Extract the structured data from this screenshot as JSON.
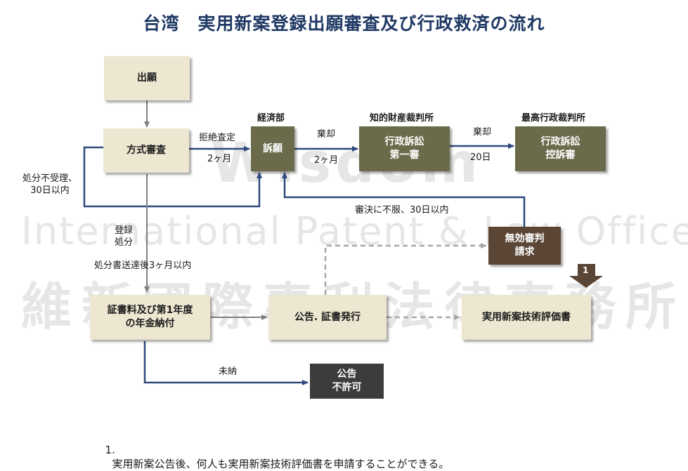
{
  "title": "台湾　実用新案登録出願審査及び行政救済の流れ",
  "watermark": {
    "line1": "Wisdom",
    "line2": "International Patent & Law Office",
    "line3": "維新國際專利法律事務所"
  },
  "nodes": {
    "application": "出願",
    "formality_exam": "方式審査",
    "appeal": "訴願",
    "admin_suit_first": "行政訴訟\n第一審",
    "admin_suit_appeal": "行政訴訟\n控訴審",
    "invalidation": "無効審判\n請求",
    "fee_payment": "証書料及び第1年度\nの年金納付",
    "publication": "公告. 証書発行",
    "tech_report": "実用新案技術評価書",
    "no_publication": "公告\n不許可"
  },
  "authorities": {
    "ministry": "経済部",
    "ip_court": "知的財産裁判所",
    "supreme_admin_court": "最高行政裁判所"
  },
  "edge_labels": {
    "rejection": "拒絶査定",
    "two_months_1": "2ヶ月",
    "dismissal_1": "棄却",
    "two_months_2": "2ヶ月",
    "dismissal_2": "棄却",
    "twenty_days": "20日",
    "non_acceptance": "処分不受理、\n30日以内",
    "registration": "登録\n処分",
    "three_months": "処分書送達後3ヶ月以内",
    "appeal_decision": "審決に不服、30日以内",
    "unpaid": "未納"
  },
  "marker": "1",
  "footnote": {
    "number": "1.",
    "text": "実用新案公告後、何人も実用新案技術評価書を申請することができる。"
  },
  "colors": {
    "title": "#1f3864",
    "arrow_blue": "#2e4a7d",
    "arrow_gray": "#7f7f7f",
    "arrow_dashed": "#a6a6a6",
    "beige_box": "#ede6d1",
    "olive_box": "#6b6b4c",
    "brown_box": "#5b4636",
    "dark_box": "#3c3c3c"
  }
}
